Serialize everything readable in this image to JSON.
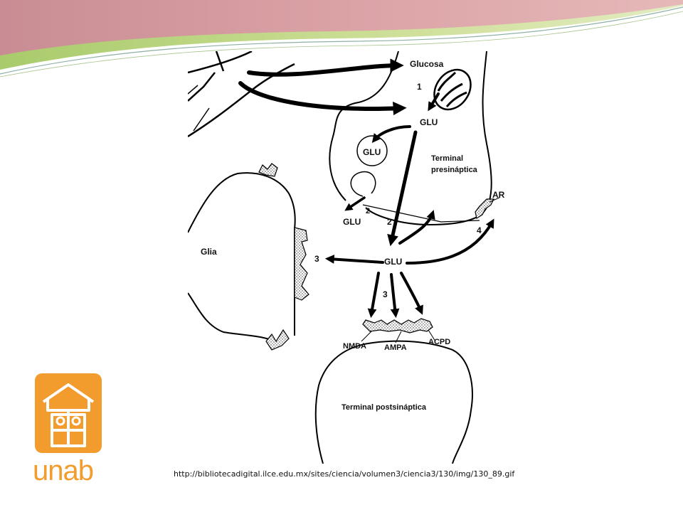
{
  "diagram": {
    "labels": {
      "glucosa": "Glucosa",
      "num_1": "1",
      "glu_top": "GLU",
      "glu_vesicle": "GLU",
      "terminal_pre_line1": "Terminal",
      "terminal_pre_line2": "presináptica",
      "ar": "AR",
      "num_2a": "2",
      "glu_release": "GLU",
      "num_2b": "2",
      "num_4": "4",
      "glia": "Glia",
      "num_3a": "3",
      "glu_cleft": "GLU",
      "num_3b": "3",
      "nmda": "NMDA",
      "ampa": "AMPA",
      "acpd": "ACPD",
      "terminal_post": "Terminal postsináptica"
    }
  },
  "logo": {
    "wordmark": "unab",
    "color": "#f39c2e"
  },
  "source": {
    "url": "http://bibliotecadigital.ilce.edu.mx/sites/ciencia/volumen3/ciencia3/130/img/130_89.gif"
  },
  "colors": {
    "header_red": "#d59a9f",
    "header_green": "#b9d27c",
    "accent_orange": "#f39c2e"
  }
}
